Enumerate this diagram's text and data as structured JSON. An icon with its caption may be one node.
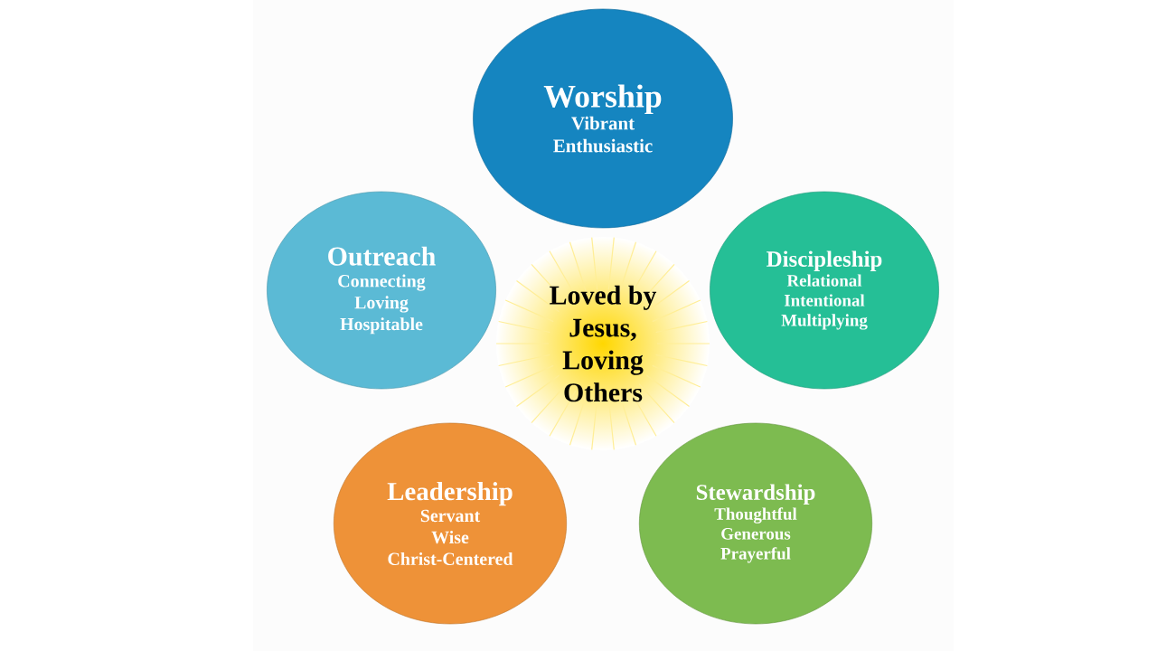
{
  "diagram": {
    "nodes": [
      {
        "text": [
          "Loved by Jesus, Loving Others"
        ]
      },
      {
        "text": [
          "Worship",
          "Vibrant",
          "Enthusiastic"
        ]
      },
      {
        "text": [
          "Outreach",
          "Connecting",
          "Loving",
          "Hospitable"
        ]
      },
      {
        "text": [
          "Discipleship",
          "Relational",
          "Intentional",
          "Multiplying"
        ]
      },
      {
        "text": [
          "Leadership",
          "Servant",
          "Wise",
          "Christ-Centered"
        ]
      },
      {
        "text": [
          "Stewardship",
          "Thoughtful",
          "Generous",
          "Prayerful"
        ]
      }
    ]
  }
}
